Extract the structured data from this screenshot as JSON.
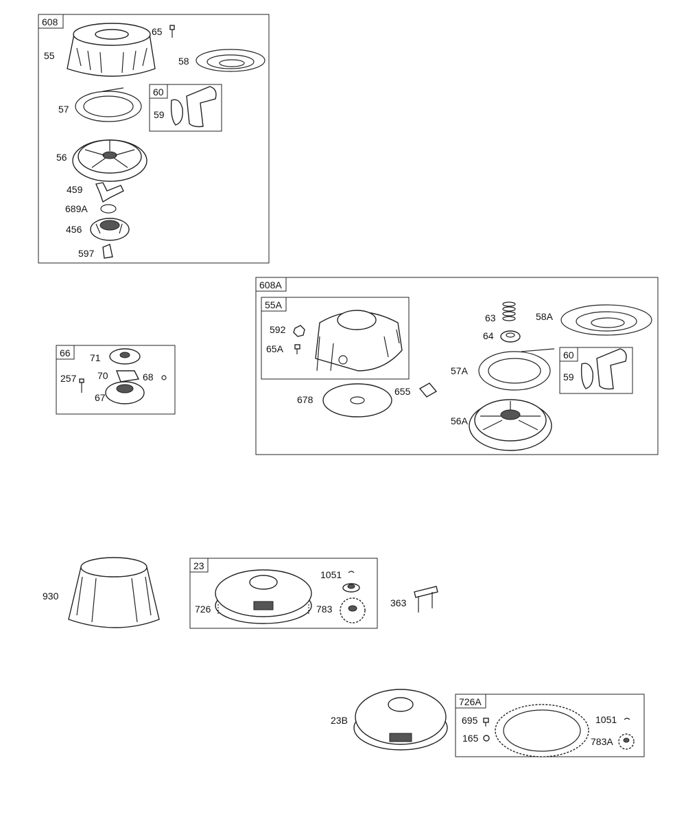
{
  "groups": {
    "g608": "608",
    "g60a": "60",
    "g66": "66",
    "g608A": "608A",
    "g55A": "55A",
    "g60b": "60",
    "g23": "23",
    "g726A": "726A"
  },
  "parts": {
    "p65": "65",
    "p55": "55",
    "p58": "58",
    "p57": "57",
    "p59a": "59",
    "p56": "56",
    "p459": "459",
    "p689A": "689A",
    "p456": "456",
    "p597": "597",
    "p71": "71",
    "p70": "70",
    "p68": "68",
    "p257": "257",
    "p67": "67",
    "p592": "592",
    "p65A": "65A",
    "p678": "678",
    "p655": "655",
    "p63": "63",
    "p58A": "58A",
    "p64": "64",
    "p57A": "57A",
    "p59b": "59",
    "p56A": "56A",
    "p930": "930",
    "p1051a": "1051",
    "p726": "726",
    "p783": "783",
    "p363": "363",
    "p23B": "23B",
    "p695": "695",
    "p1051b": "1051",
    "p165": "165",
    "p783A": "783A"
  }
}
